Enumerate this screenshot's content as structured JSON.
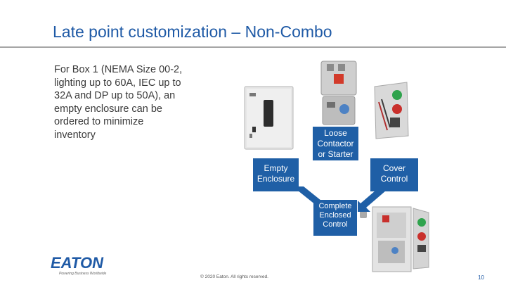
{
  "slide": {
    "title": "Late point customization – Non-Combo",
    "body_lines": [
      "For Box 1 (NEMA Size 00-2,",
      "lighting up to 60A, IEC up to",
      "32A and DP up to 50A), an",
      "empty enclosure can be",
      "ordered to minimize",
      "inventory"
    ]
  },
  "diagram": {
    "loose": [
      "Loose",
      "Contactor",
      "or Starter"
    ],
    "empty": [
      "Empty",
      "Enclosure"
    ],
    "cover": [
      "Cover",
      "Control"
    ],
    "complete": [
      "Complete",
      "Enclosed",
      "Control"
    ]
  },
  "footer": {
    "copyright": "© 2020 Eaton. All rights reserved.",
    "page_number": "10",
    "logo_text": "EATON",
    "tagline": "Powering Business Worldwide"
  },
  "colors": {
    "title": "#1f5aa6",
    "box": "#1f5fa6",
    "arrow": "#1f5fa6"
  }
}
